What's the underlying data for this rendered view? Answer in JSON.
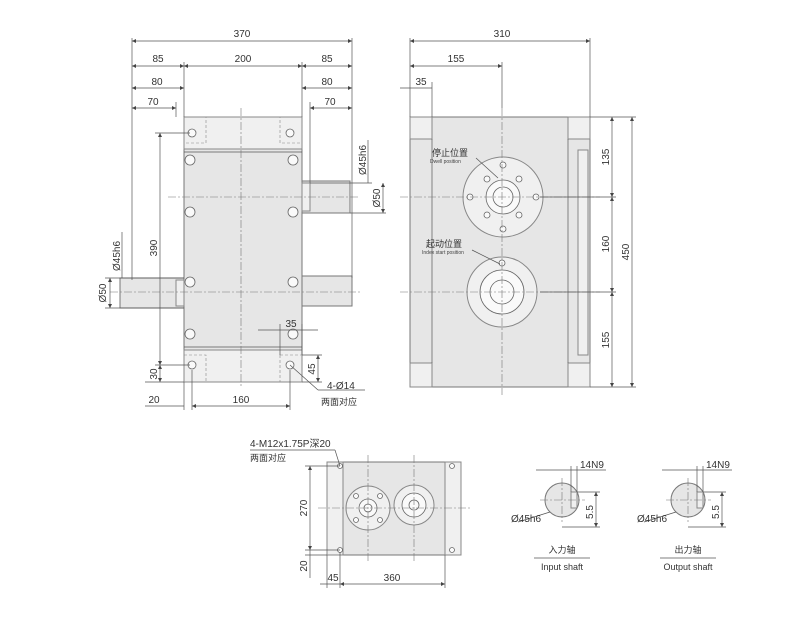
{
  "front_view": {
    "dims": {
      "overall_width": "370",
      "left_ext": "85",
      "body": "200",
      "right_ext": "85",
      "left_80": "80",
      "right_80": "80",
      "left_70": "70",
      "right_70": "70",
      "dia_45h6_right": "Ø45h6",
      "dia_50_right": "Ø50",
      "dia_45h6_left": "Ø45h6",
      "dia_50_left": "Ø50",
      "height_390": "390",
      "dim_35": "35",
      "dim_30": "30",
      "dim_45": "45",
      "dim_20": "20",
      "dim_160": "160"
    },
    "holes_note": "4-Ø14",
    "holes_note2": "两面对应"
  },
  "side_view": {
    "dims": {
      "overall_width": "310",
      "dim_155": "155",
      "dim_35": "35",
      "dim_135": "135",
      "dim_160": "160",
      "dim_155_v": "155",
      "dim_450": "450"
    },
    "dwell_cn": "停止位置",
    "dwell_en": "Dwell position",
    "index_cn": "起动位置",
    "index_en": "Index start position"
  },
  "top_view": {
    "thread_note": "4-M12x1.75P深20",
    "thread_note2": "两面对应",
    "dims": {
      "dim_270": "270",
      "dim_20": "20",
      "dim_45": "45",
      "dim_360": "360"
    }
  },
  "input_shaft": {
    "key": "14N9",
    "dia": "Ø45h6",
    "depth": "5.5",
    "title_cn": "入力轴",
    "title_en": "Input shaft"
  },
  "output_shaft": {
    "key": "14N9",
    "dia": "Ø45h6",
    "depth": "5.5",
    "title_cn": "出力轴",
    "title_en": "Output shaft"
  }
}
